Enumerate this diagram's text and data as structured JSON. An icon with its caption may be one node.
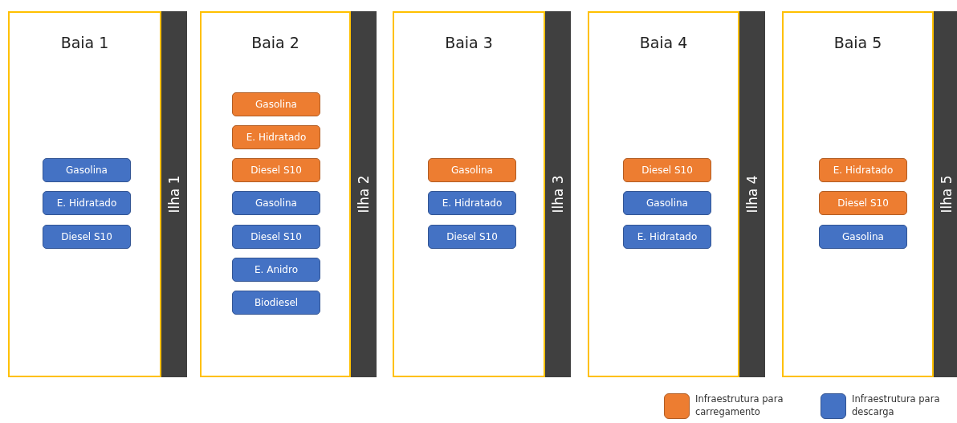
{
  "diagram": {
    "nodes": [
      {
        "text": [
          "Baia 1"
        ]
      },
      {
        "text": [
          "Ilha 1"
        ]
      },
      {
        "text": [
          "Gasolina"
        ],
        "in": 0
      },
      {
        "text": [
          "E. Hidratado"
        ],
        "in": 0
      },
      {
        "text": [
          "Diesel S10"
        ],
        "in": 0
      },
      {
        "text": [
          "Baia 2"
        ]
      },
      {
        "text": [
          "Ilha 2"
        ]
      },
      {
        "text": [
          "Gasolina"
        ],
        "in": 5
      },
      {
        "text": [
          "E. Hidratado"
        ],
        "in": 5
      },
      {
        "text": [
          "Diesel S10"
        ],
        "in": 5
      },
      {
        "text": [
          "Gasolina"
        ],
        "in": 5
      },
      {
        "text": [
          "Diesel S10"
        ],
        "in": 5
      },
      {
        "text": [
          "E. Anidro"
        ],
        "in": 5
      },
      {
        "text": [
          "Biodiesel"
        ],
        "in": 5
      },
      {
        "text": [
          "Baia 3"
        ]
      },
      {
        "text": [
          "Ilha 3"
        ]
      },
      {
        "text": [
          "Gasolina"
        ],
        "in": 14
      },
      {
        "text": [
          "E. Hidratado"
        ],
        "in": 14
      },
      {
        "text": [
          "Diesel S10"
        ],
        "in": 14
      },
      {
        "text": [
          "Baia 4"
        ]
      },
      {
        "text": [
          "Ilha 4"
        ]
      },
      {
        "text": [
          "Diesel S10"
        ],
        "in": 19
      },
      {
        "text": [
          "Gasolina"
        ],
        "in": 19
      },
      {
        "text": [
          "E. Hidratado"
        ],
        "in": 19
      },
      {
        "text": [
          "Baia 5"
        ]
      },
      {
        "text": [
          "Ilha 5"
        ]
      },
      {
        "text": [
          "E. Hidratado"
        ],
        "in": 24
      },
      {
        "text": [
          "Diesel S10"
        ],
        "in": 24
      },
      {
        "text": [
          "Gasolina"
        ],
        "in": 24
      }
    ],
    "edges": [],
    "legend": [
      {
        "text": "Infraestrutura para carregamento",
        "color": "#ed7d31"
      },
      {
        "text": "Infraestrutura para descarga",
        "color": "#4472c4"
      }
    ]
  }
}
